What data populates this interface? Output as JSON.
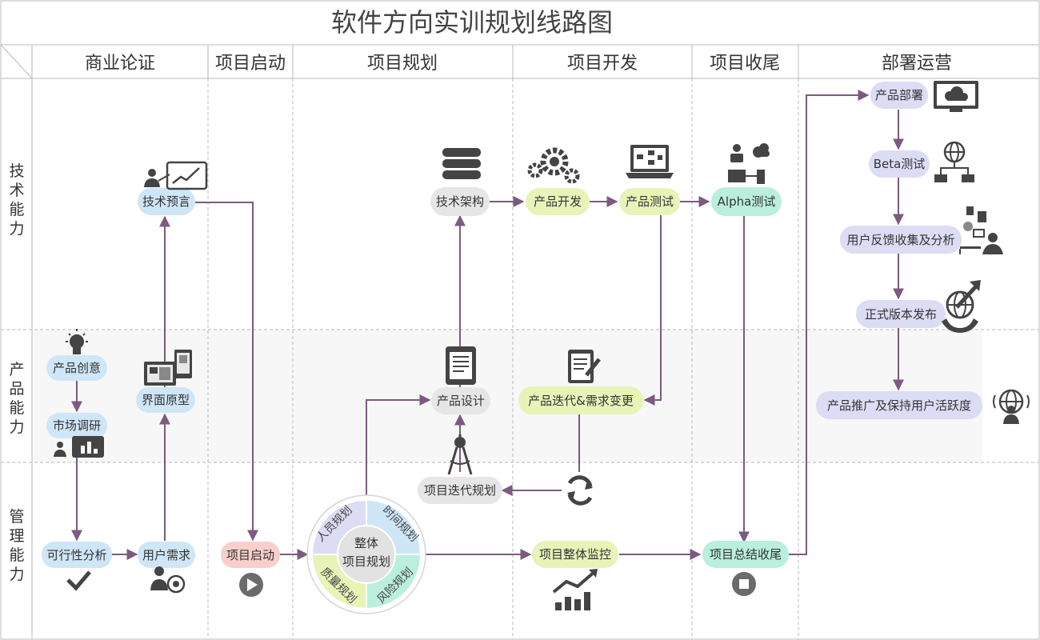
{
  "title": "软件方向实训规划线路图",
  "columns": [
    "商业论证",
    "项目启动",
    "项目规划",
    "项目开发",
    "项目收尾",
    "部署运营"
  ],
  "rows": [
    {
      "chars": [
        "技",
        "术",
        "能",
        "力"
      ]
    },
    {
      "chars": [
        "产",
        "品",
        "能",
        "力"
      ]
    },
    {
      "chars": [
        "管",
        "理",
        "能",
        "力"
      ]
    }
  ],
  "nodes": {
    "tech_forecast": "技术预言",
    "tech_arch": "技术架构",
    "product_dev": "产品开发",
    "product_test": "产品测试",
    "alpha_test": "Alpha测试",
    "product_deploy": "产品部署",
    "beta_test": "Beta测试",
    "feedback": "用户反馈收集及分析",
    "release": "正式版本发布",
    "promotion": "产品推广及保持用户活跃度",
    "product_idea": "产品创意",
    "market_research": "市场调研",
    "ui_prototype": "界面原型",
    "product_design": "产品设计",
    "iteration_change": "产品迭代&需求变更",
    "feasibility": "可行性分析",
    "user_needs": "用户需求",
    "project_start": "项目启动",
    "iteration_plan": "项目迭代规划",
    "monitor": "项目整体监控",
    "closing": "项目总结收尾"
  },
  "wheel": {
    "center_line1": "整体",
    "center_line2": "项目规划",
    "segments": [
      "人员规划",
      "时间规划",
      "风险规划",
      "质量规划"
    ]
  },
  "colors": {
    "blue": "#cfe6f7",
    "gray": "#e6e6e6",
    "green": "#e8f3b8",
    "teal": "#b9efdc",
    "lavender": "#dcdcf5",
    "pink": "#f9cfcc",
    "arrow": "#7d5a80",
    "grid": "#bbbbbb"
  },
  "icons": [
    "person-chart-icon",
    "lightbulb-icon",
    "devices-icon",
    "bar-chart-icon",
    "check-icon",
    "user-target-icon",
    "play-icon",
    "database-icon",
    "tablet-doc-icon",
    "compass-icon",
    "gears-icon",
    "laptop-flow-icon",
    "notepad-icon",
    "refresh-icon",
    "growth-chart-icon",
    "team-cloud-icon",
    "stop-icon",
    "cloud-monitor-icon",
    "globe-network-icon",
    "analyst-icon",
    "globe-arrow-icon",
    "globe-person-icon"
  ]
}
